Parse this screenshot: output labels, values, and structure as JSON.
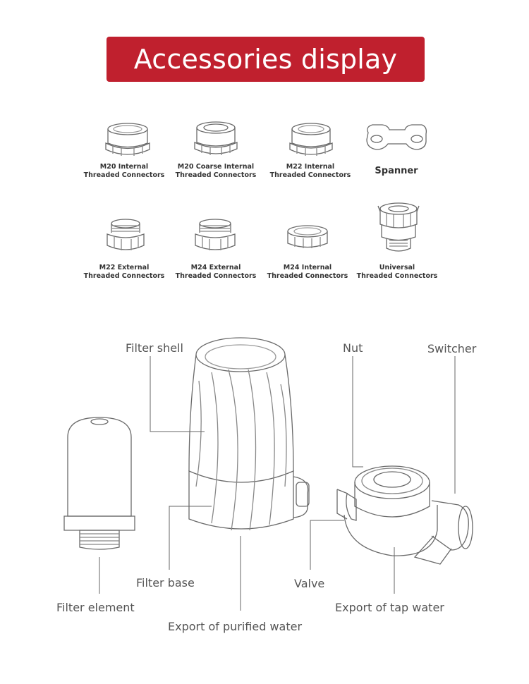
{
  "banner": {
    "title": "Accessories display"
  },
  "accessories": [
    {
      "label": "M20    Internal\nThreaded Connectors",
      "icon": "internal-connector-icon"
    },
    {
      "label": "M20 Coarse Internal\nThreaded Connectors",
      "icon": "internal-connector-icon"
    },
    {
      "label": "M22  Internal\nThreaded Connectors",
      "icon": "internal-connector-icon"
    },
    {
      "label": "Spanner",
      "icon": "spanner-icon"
    },
    {
      "label": "M22 External\nThreaded Connectors",
      "icon": "external-connector-icon"
    },
    {
      "label": "M24 External\nThreaded Connectors",
      "icon": "external-connector-icon"
    },
    {
      "label": "M24  Internal\nThreaded Connectors",
      "icon": "internal-connector-icon"
    },
    {
      "label": "Universal\nThreaded Connectors",
      "icon": "universal-connector-icon"
    }
  ],
  "diagram": {
    "filter_shell": "Filter shell",
    "nut": "Nut",
    "switcher": "Switcher",
    "filter_base": "Filter base",
    "valve": "Valve",
    "filter_element": "Filter element",
    "export_tap": "Export of tap water",
    "export_purified": "Export of purified water"
  }
}
